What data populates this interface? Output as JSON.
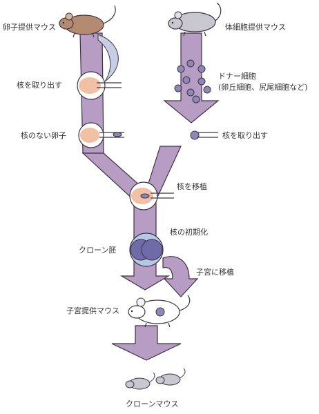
{
  "labels": {
    "egg_donor": "卵子提供マウス",
    "somatic_donor": "体細胞提供マウス",
    "extract_nucleus_1": "核を取り出す",
    "donor_cells_line1": "ドナー細胞",
    "donor_cells_line2": "(卵丘細胞、尻尾細胞など)",
    "enucleated_egg": "核のない卵子",
    "extract_nucleus_2": "核を取り出す",
    "nuclear_transfer": "核を移植",
    "reprogramming": "核の初期化",
    "clone_embryo": "クローン胚",
    "uterine_transfer": "子宮に移植",
    "surrogate_mouse": "子宮提供マウス",
    "clone_mice": "クローンマウス"
  },
  "colors": {
    "arrow": "#b79cc3",
    "arrow_outline": "#3b3340",
    "egg_cytoplasm": "#f0c1a4",
    "nucleus": "#8e88b8",
    "embryo": "#6f6aa8",
    "embryo_halo": "#b6c8e8",
    "brown_mouse": "#b48a70",
    "gray_mouse": "#c9c7cf"
  }
}
